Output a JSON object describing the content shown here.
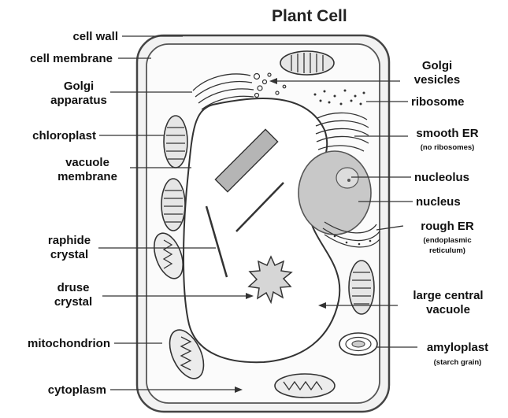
{
  "title": "Plant Cell",
  "labels": {
    "cell_wall": "cell wall",
    "cell_membrane": "cell membrane",
    "golgi_apparatus_1": "Golgi",
    "golgi_apparatus_2": "apparatus",
    "chloroplast": "chloroplast",
    "vacuole_membrane_1": "vacuole",
    "vacuole_membrane_2": "membrane",
    "raphide_crystal_1": "raphide",
    "raphide_crystal_2": "crystal",
    "druse_crystal_1": "druse",
    "druse_crystal_2": "crystal",
    "mitochondrion": "mitochondrion",
    "cytoplasm": "cytoplasm",
    "golgi_vesicles_1": "Golgi",
    "golgi_vesicles_2": "vesicles",
    "ribosome": "ribosome",
    "smooth_er": "smooth ER",
    "smooth_er_note": "(no ribosomes)",
    "nucleolus": "nucleolus",
    "nucleus": "nucleus",
    "rough_er": "rough ER",
    "rough_er_note_1": "(endoplasmic",
    "rough_er_note_2": "reticulum)",
    "large_central_vacuole_1": "large central",
    "large_central_vacuole_2": "vacuole",
    "amyloplast": "amyloplast",
    "amyloplast_note": "(starch grain)"
  }
}
